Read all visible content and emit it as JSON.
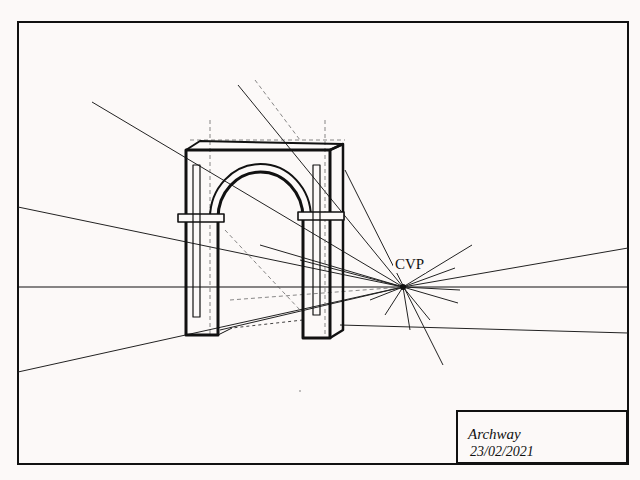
{
  "diagram": {
    "nodes": [
      {
        "text": [
          "Archway",
          "23/02/2021"
        ]
      }
    ],
    "labels": [
      "CVP"
    ]
  }
}
